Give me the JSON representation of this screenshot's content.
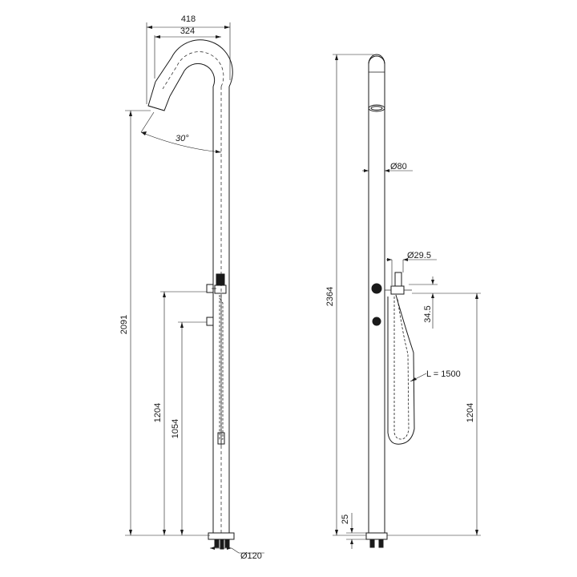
{
  "drawing": {
    "side_view": {
      "name": "side-view",
      "dimensions": {
        "width_total": "418",
        "width_spout": "324",
        "angle": "30°",
        "height_total": "2091",
        "height_mixer_upper": "1204",
        "height_mixer_lower": "1054",
        "base_diameter": "Ø120"
      }
    },
    "front_view": {
      "name": "front-view",
      "dimensions": {
        "column_diameter": "Ø80",
        "handle_diameter": "Ø29.5",
        "handle_height": "34.5",
        "height_total": "2364",
        "height_mixer": "1204",
        "base_height": "25",
        "hose_length": "L = 1500"
      }
    }
  },
  "colors": {
    "line": "#1a1a1a",
    "background": "#ffffff"
  }
}
